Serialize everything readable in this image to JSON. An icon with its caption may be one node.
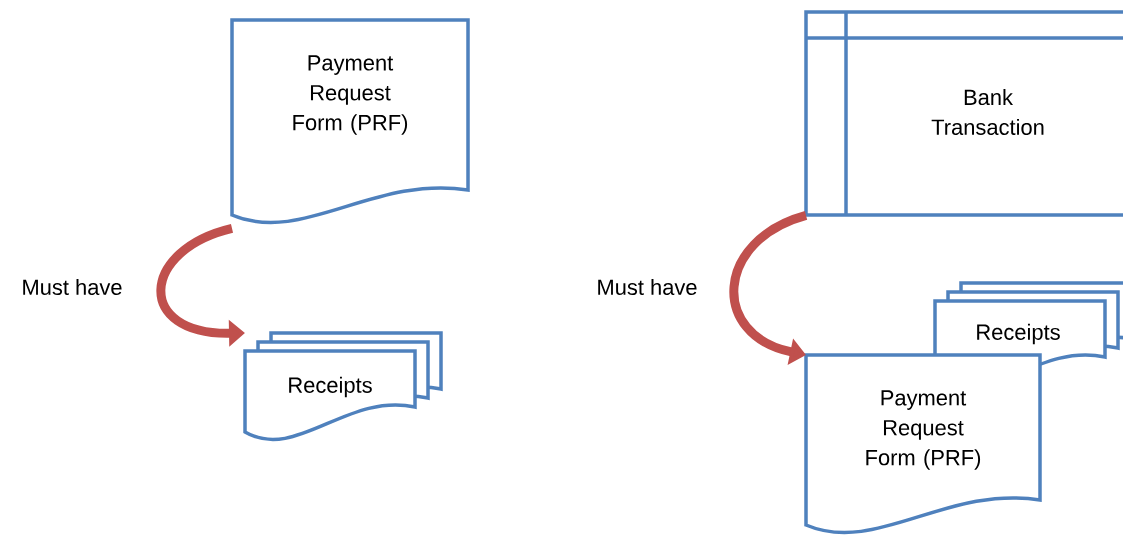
{
  "diagram": {
    "nodes": [
      {
        "text": [
          "Payment Request Form (PRF)"
        ]
      },
      {
        "text": [
          "Receipts"
        ]
      },
      {
        "text": [
          "Bank Transaction"
        ]
      },
      {
        "text": [
          "Receipts"
        ]
      },
      {
        "text": [
          "Payment Request Form (PRF)"
        ]
      }
    ],
    "edges": [
      {
        "from": 0,
        "to": 1,
        "arrow": "to",
        "label": "Must have"
      },
      {
        "from": 2,
        "to": 4,
        "arrow": "to",
        "label": "Must have"
      }
    ]
  }
}
